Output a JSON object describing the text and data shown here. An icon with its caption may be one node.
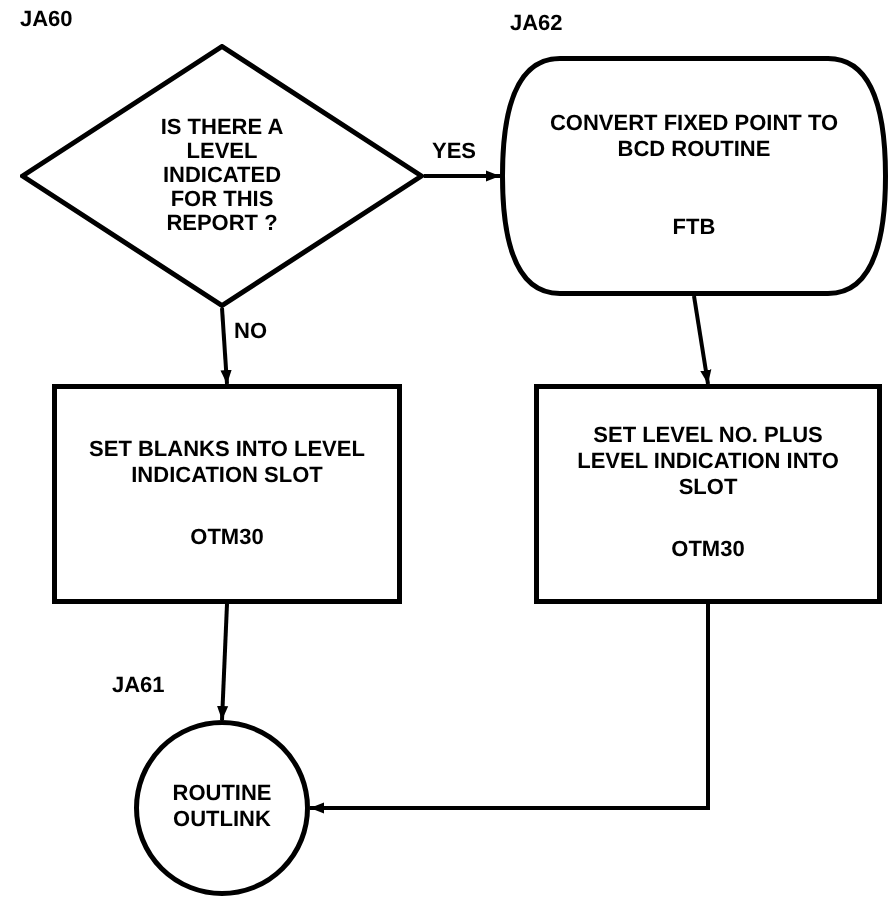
{
  "diagram": {
    "nodes": [
      {
        "text": [
          "IS THERE A LEVEL INDICATED FOR THIS REPORT ?"
        ],
        "beside": [
          "JA60"
        ]
      },
      {
        "text": [
          "CONVERT FIXED POINT TO BCD ROUTINE",
          "FTB"
        ],
        "beside": [
          "JA62"
        ]
      },
      {
        "text": [
          "SET BLANKS INTO LEVEL INDICATION SLOT",
          "OTM30"
        ]
      },
      {
        "text": [
          "SET LEVEL NO. PLUS LEVEL INDICATION INTO SLOT",
          "OTM30"
        ]
      },
      {
        "text": [
          "ROUTINE OUTLINK"
        ],
        "beside": [
          "JA61"
        ]
      }
    ],
    "edges": [
      {
        "from": 0,
        "to": 1,
        "arrow": "to",
        "label": "YES"
      },
      {
        "from": 0,
        "to": 2,
        "arrow": "to",
        "label": "NO"
      },
      {
        "from": 1,
        "to": 3,
        "arrow": "to"
      },
      {
        "from": 2,
        "to": 4,
        "arrow": "to"
      },
      {
        "from": 3,
        "to": 4,
        "arrow": "to"
      }
    ]
  }
}
